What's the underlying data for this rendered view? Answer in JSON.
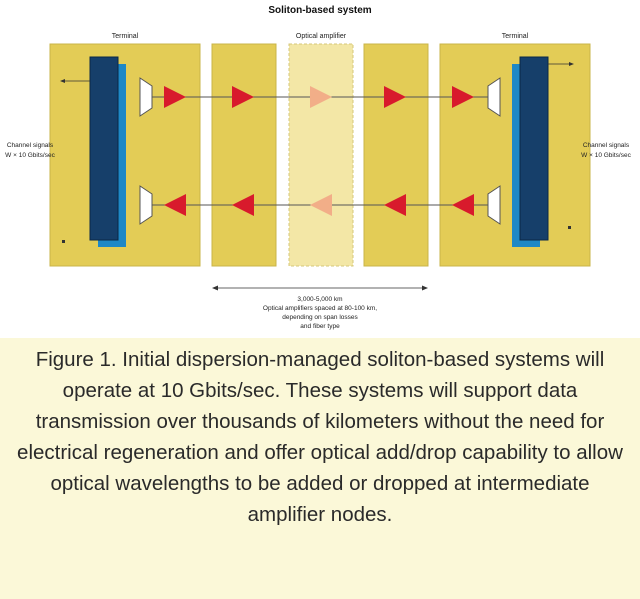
{
  "title": "Soliton-based system",
  "labels": {
    "terminal_left": "Terminal",
    "amplifier_center": "Optical amplifier",
    "terminal_right": "Terminal",
    "channels_left_l1": "Channel signals",
    "channels_left_l2": "W × 10 Gbits/sec",
    "channels_right_l1": "Channel signals",
    "channels_right_l2": "W × 10 Gbits/sec",
    "distance_l1": "3,000-5,000 km",
    "distance_l2": "Optical amplifiers spaced at 80-100 km,",
    "distance_l3": "depending on span losses",
    "distance_l4": "and fiber type"
  },
  "caption": "Figure 1. Initial dispersion-managed soliton-based systems will operate at 10 Gbits/sec. These systems will support data transmission over thousands of kilometers without the need for electrical regeneration and offer optical add/drop capability to allow optical wavelengths to be added or dropped at intermediate amplifier nodes.",
  "colors": {
    "panel": "#e3cc56",
    "amp_panel": "#f3e7a6",
    "arrow": "#d81a2c",
    "arrow_light": "#f2ae88",
    "mux_dark": "#163f6a",
    "mux_light": "#1e88c6"
  }
}
